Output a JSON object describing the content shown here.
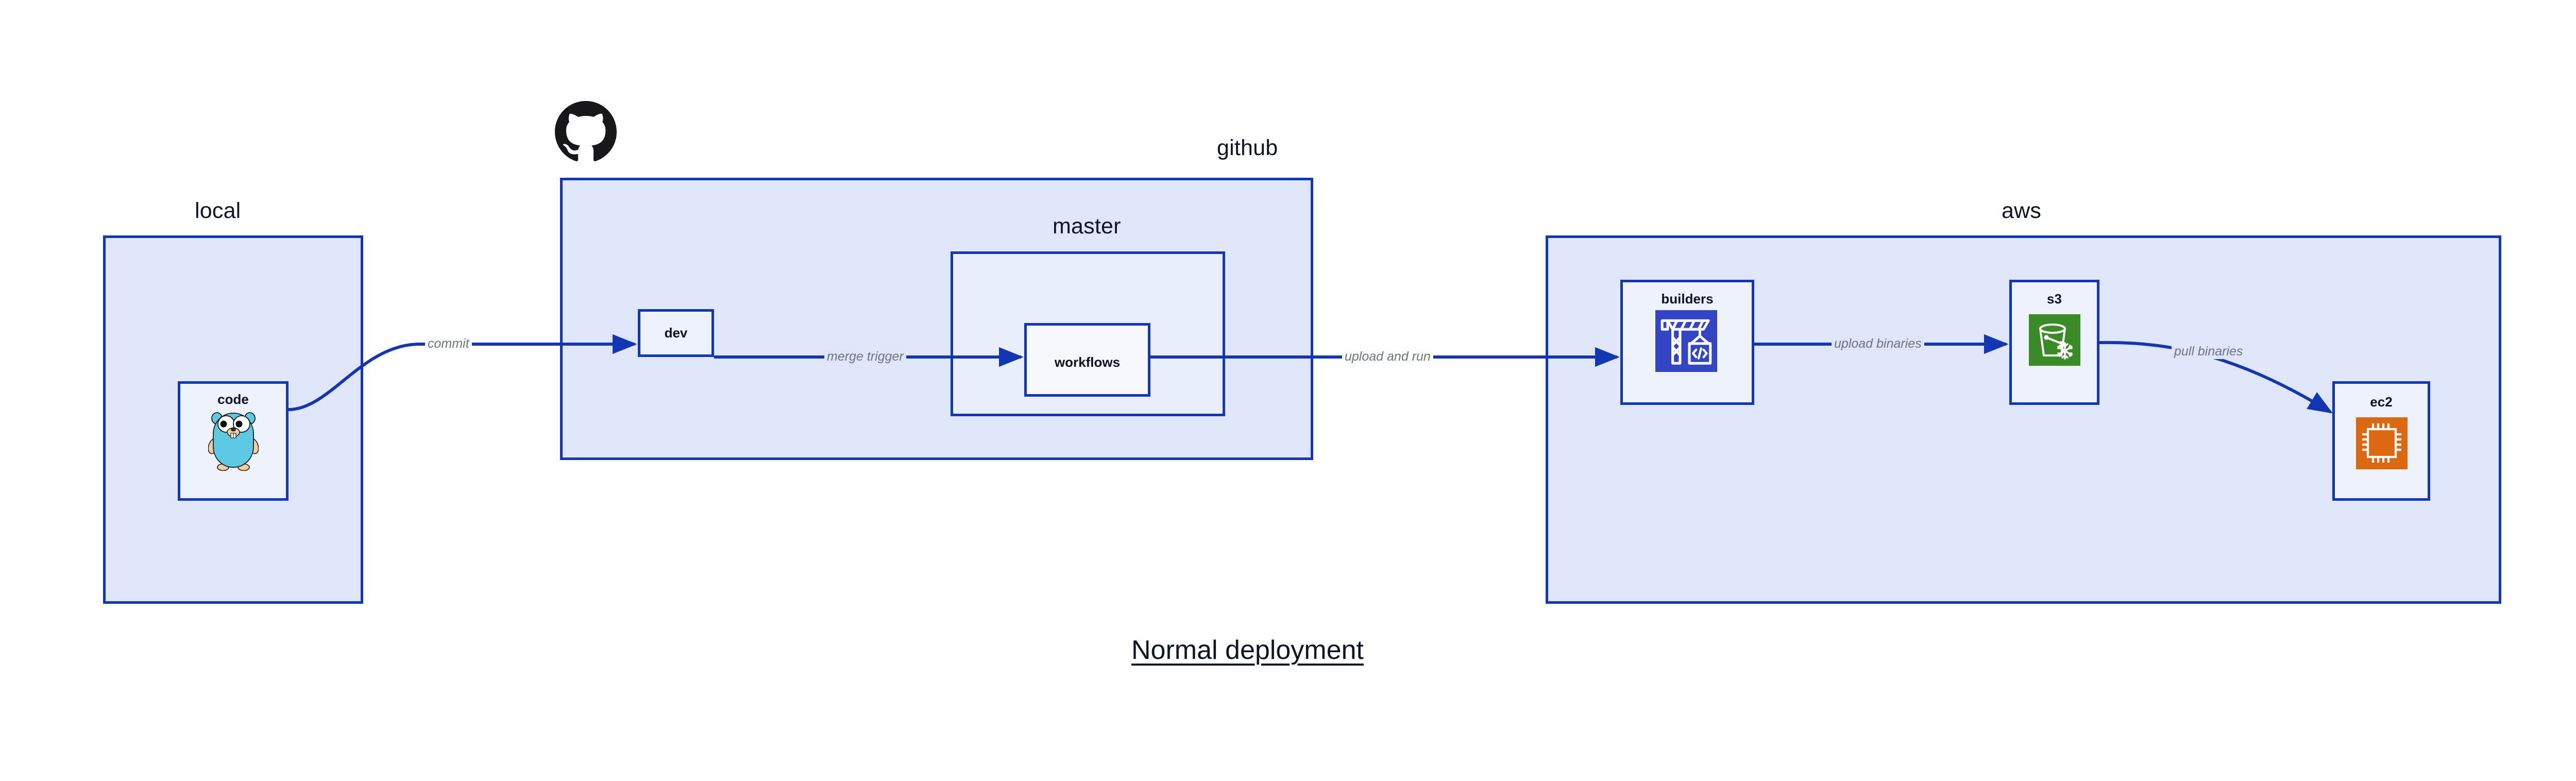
{
  "diagram": {
    "title": "Normal deployment",
    "accent_color": "#1336b4",
    "group_fill": "#e0e6fa",
    "sub_fill": "#e9eefc",
    "node_fill": "#eef2fd",
    "leaf_fill": "#f6f8fe",
    "label_color": "#101427",
    "edge_label_color": "#6f7480"
  },
  "groups": {
    "local": {
      "label": "local"
    },
    "github": {
      "label": "github",
      "logo": "github-octocat-logo"
    },
    "master": {
      "label": "master"
    },
    "aws": {
      "label": "aws"
    }
  },
  "nodes": {
    "code": {
      "label": "code",
      "icon": "go-gopher-icon",
      "icon_color": "#5dc9e2"
    },
    "dev": {
      "label": "dev",
      "icon": "none"
    },
    "workflows": {
      "label": "workflows",
      "icon": "none"
    },
    "builders": {
      "label": "builders",
      "icon": "aws-codebuild-crane-icon",
      "icon_color": "#3344c4"
    },
    "s3": {
      "label": "s3",
      "icon": "aws-s3-glacier-bucket-icon",
      "icon_color": "#3b8a28"
    },
    "ec2": {
      "label": "ec2",
      "icon": "aws-ec2-chip-icon",
      "icon_color": "#dd6812"
    }
  },
  "edges": [
    {
      "id": "commit",
      "label": "commit",
      "from": "code",
      "to": "dev"
    },
    {
      "id": "merge-trigger",
      "label": "merge trigger",
      "from": "dev",
      "to": "workflows"
    },
    {
      "id": "upload-and-run",
      "label": "upload and run",
      "from": "workflows",
      "to": "builders"
    },
    {
      "id": "upload-binaries",
      "label": "upload binaries",
      "from": "builders",
      "to": "s3"
    },
    {
      "id": "pull-binaries",
      "label": "pull binaries",
      "from": "s3",
      "to": "ec2"
    }
  ]
}
